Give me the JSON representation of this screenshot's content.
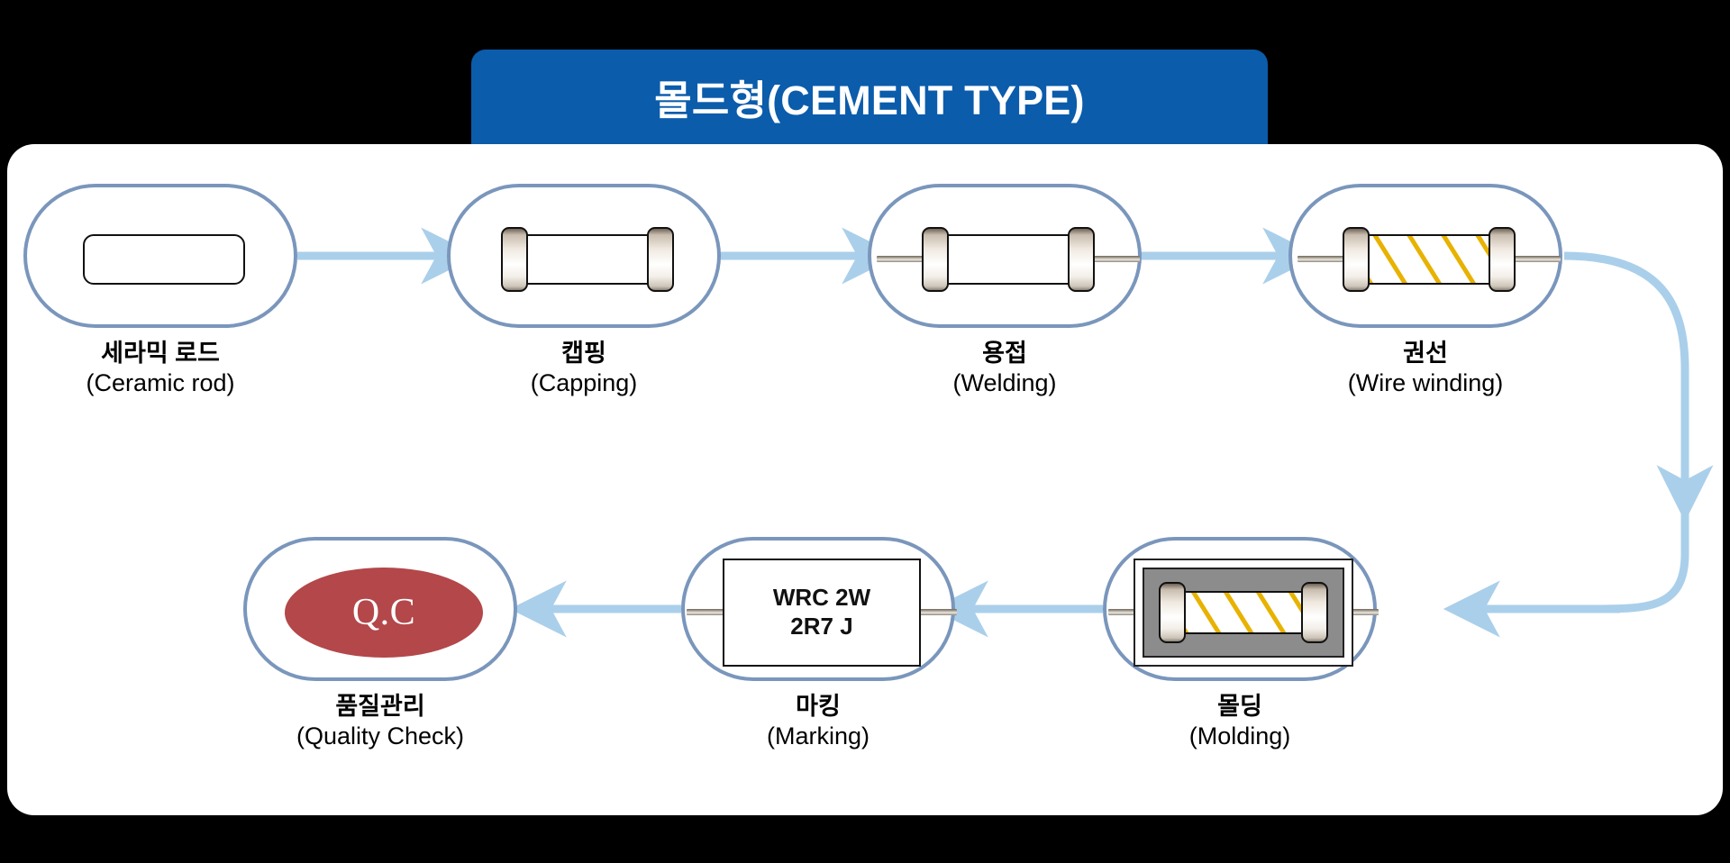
{
  "banner": {
    "title": "몰드형(CEMENT TYPE)",
    "bg_color": "#0b5cab",
    "text_color": "#ffffff"
  },
  "card": {
    "bg_color": "#ffffff"
  },
  "theme": {
    "node_stroke": "#7a96bc",
    "connector_color": "#aacfea",
    "winding_color": "#e8b200",
    "qc_fill": "#b3474a",
    "mold_fill": "#8c8c8c",
    "page_bg": "#000000"
  },
  "flow": {
    "row1": [
      {
        "id": "ceramic-rod",
        "ko": "세라믹 로드",
        "en": "(Ceramic rod)",
        "icon": "ceramic-rod-graphic"
      },
      {
        "id": "capping",
        "ko": "캡핑",
        "en": "(Capping)",
        "icon": "capped-rod-graphic"
      },
      {
        "id": "welding",
        "ko": "용접",
        "en": "(Welding)",
        "icon": "welded-leads-graphic"
      },
      {
        "id": "wire-winding",
        "ko": "권선",
        "en": "(Wire winding)",
        "icon": "wound-resistor-graphic"
      }
    ],
    "row2": [
      {
        "id": "molding",
        "ko": "몰딩",
        "en": "(Molding)",
        "icon": "molded-resistor-graphic"
      },
      {
        "id": "marking",
        "ko": "마킹",
        "en": "(Marking)",
        "icon": "marked-resistor-graphic"
      },
      {
        "id": "quality-check",
        "ko": "품질관리",
        "en": "(Quality Check)",
        "icon": "qc-badge-graphic"
      }
    ],
    "marking_label": {
      "line1": "WRC 2W",
      "line2": "2R7 J"
    },
    "qc_label": "Q.C"
  }
}
